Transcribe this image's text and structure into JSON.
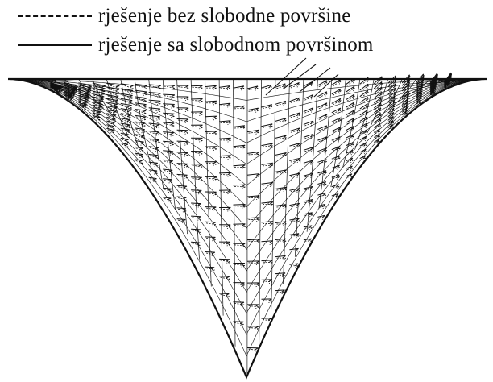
{
  "legend": {
    "items": [
      {
        "label": "rješenje bez slobodne površine",
        "style": "dashed"
      },
      {
        "label": "rješenje sa slobodnom površinom",
        "style": "solid"
      }
    ]
  },
  "colors": {
    "ink": "#111111",
    "background": "#ffffff"
  }
}
